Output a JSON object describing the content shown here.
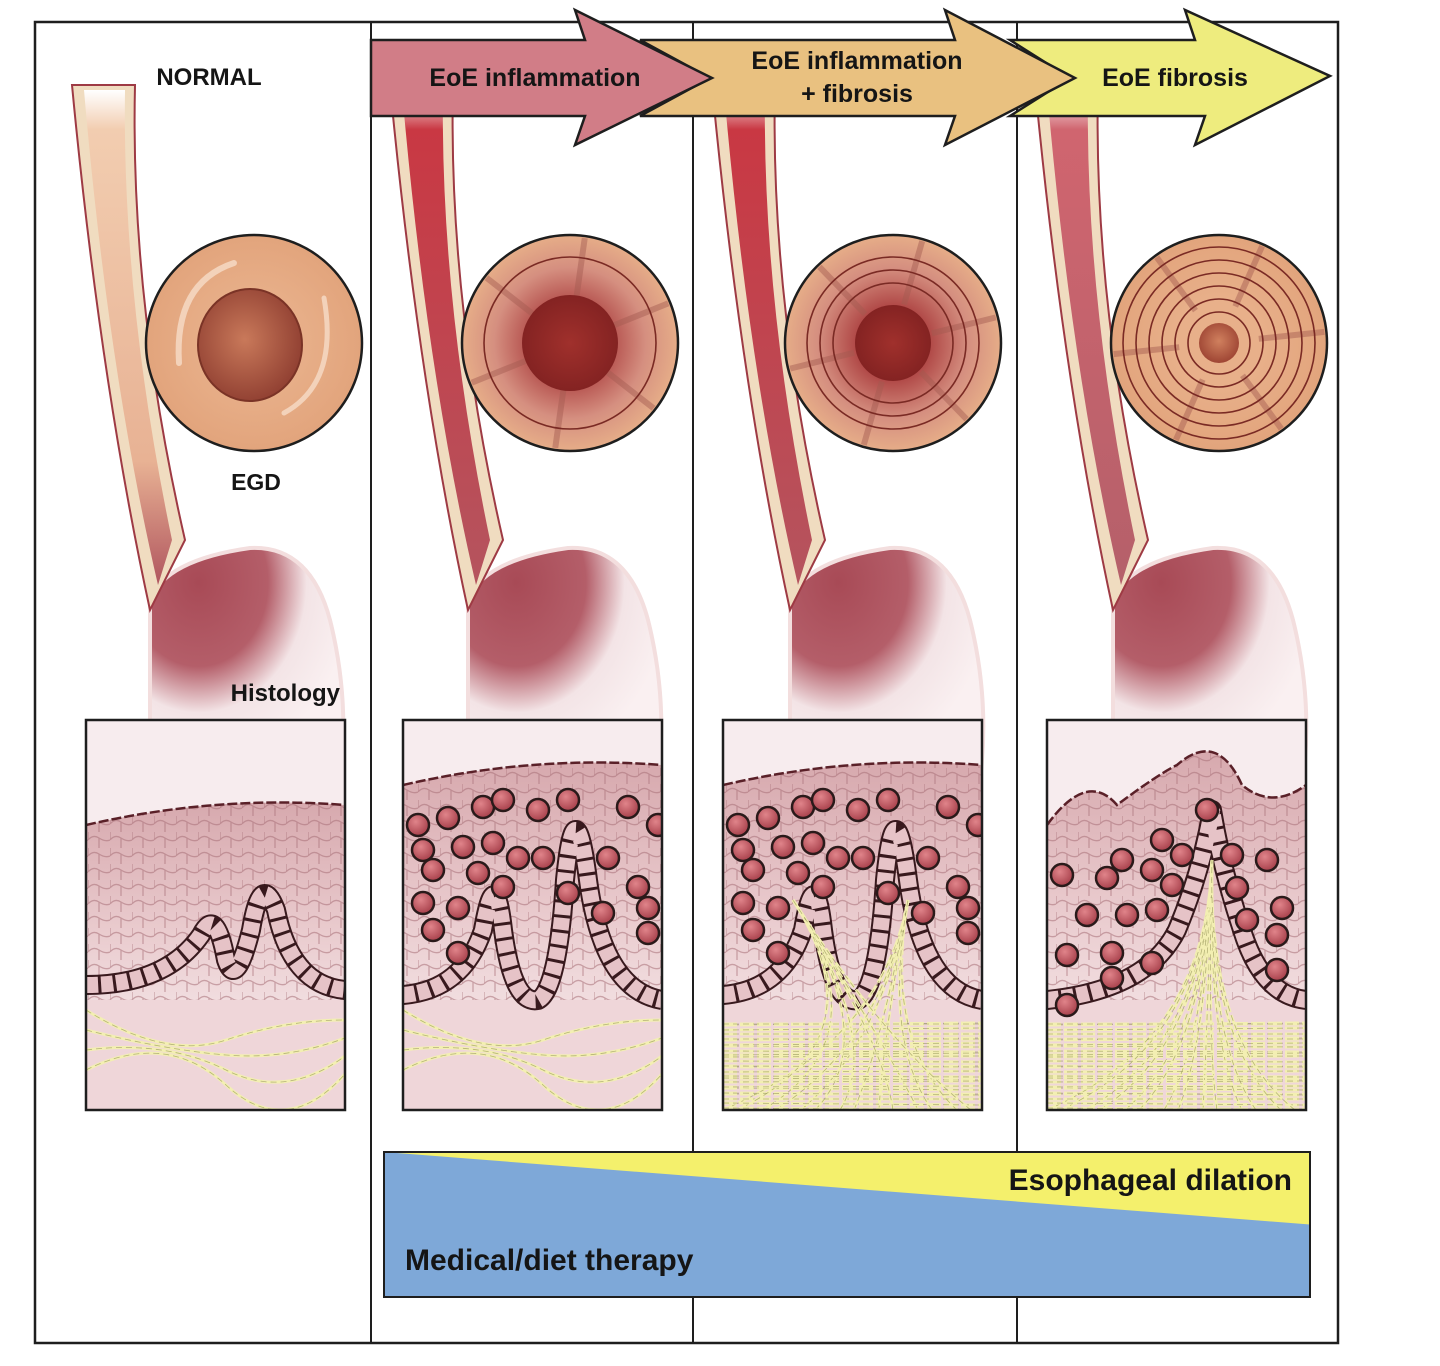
{
  "figure": {
    "normal_label": "NORMAL",
    "egd_label": "EGD",
    "histology_label": "Histology"
  },
  "stages": [
    {
      "id": "normal",
      "title": "NORMAL",
      "color": "#ffffff"
    },
    {
      "id": "inflammation",
      "title_lines": [
        "EoE inflammation"
      ],
      "color": "#d17d87"
    },
    {
      "id": "inflammation_fibrosis",
      "title_lines": [
        "EoE inflammation",
        "+ fibrosis"
      ],
      "color": "#e9c180"
    },
    {
      "id": "fibrosis",
      "title_lines": [
        "EoE fibrosis"
      ],
      "color": "#eeec7e"
    }
  ],
  "therapy": {
    "dilation_label": "Esophageal dilation",
    "medical_label": "Medical/diet therapy",
    "dilation_color": "#f4f06c",
    "medical_color": "#7ea8d8",
    "dilation_share_start": 0.0,
    "dilation_share_end": 0.5
  },
  "colors": {
    "outline": "#1e1e1e",
    "mucosa_normal": "#f0c9a8",
    "mucosa_inflamed": "#c43a44",
    "egd_ring": "#e1a67c",
    "eosinophil": "#b5525a",
    "fibers": "#f2eeb0",
    "tissue": "#e8c9cb"
  }
}
